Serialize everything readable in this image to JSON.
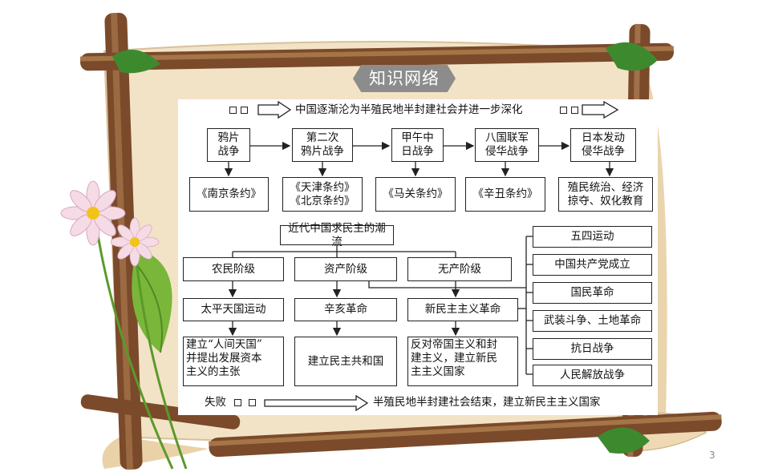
{
  "title": "知识网络",
  "page_number": "3",
  "top_banner": {
    "text": "中国逐渐沦为半殖民地半封建社会并进一步深化"
  },
  "wars": [
    {
      "line1": "鸦片",
      "line2": "战争"
    },
    {
      "line1": "第二次",
      "line2": "鸦片战争"
    },
    {
      "line1": "甲午中",
      "line2": "日战争"
    },
    {
      "line1": "八国联军",
      "line2": "侵华战争"
    },
    {
      "line1": "日本发动",
      "line2": "侵华战争"
    }
  ],
  "treaties": [
    {
      "line1": "《南京条约》",
      "line2": ""
    },
    {
      "line1": "《天津条约》",
      "line2": "《北京条约》"
    },
    {
      "line1": "《马关条约》",
      "line2": ""
    },
    {
      "line1": "《辛丑条约》",
      "line2": ""
    },
    {
      "line1": "殖民统治、经济",
      "line2": "掠夺、奴化教育"
    }
  ],
  "tide": "近代中国求民主的潮流",
  "classes": [
    "农民阶级",
    "资产阶级",
    "无产阶级"
  ],
  "movements": [
    "太平天国运动",
    "辛亥革命",
    "新民主主义革命"
  ],
  "results": [
    {
      "line1": "建立“人间天国”",
      "line2": "并提出发展资本",
      "line3": "主义的主张"
    },
    {
      "line1": "建立民主共和国",
      "line2": "",
      "line3": ""
    },
    {
      "line1": "反对帝国主义和封",
      "line2": "建主义，建立新民",
      "line3": "主主义国家"
    }
  ],
  "stages": [
    "五四运动",
    "中国共产党成立",
    "国民革命",
    "武装斗争、土地革命",
    "抗日战争",
    "人民解放战争"
  ],
  "bottom_banner": {
    "left": "失败",
    "right": "半殖民地半封建社会结束，建立新民主主义国家"
  }
}
